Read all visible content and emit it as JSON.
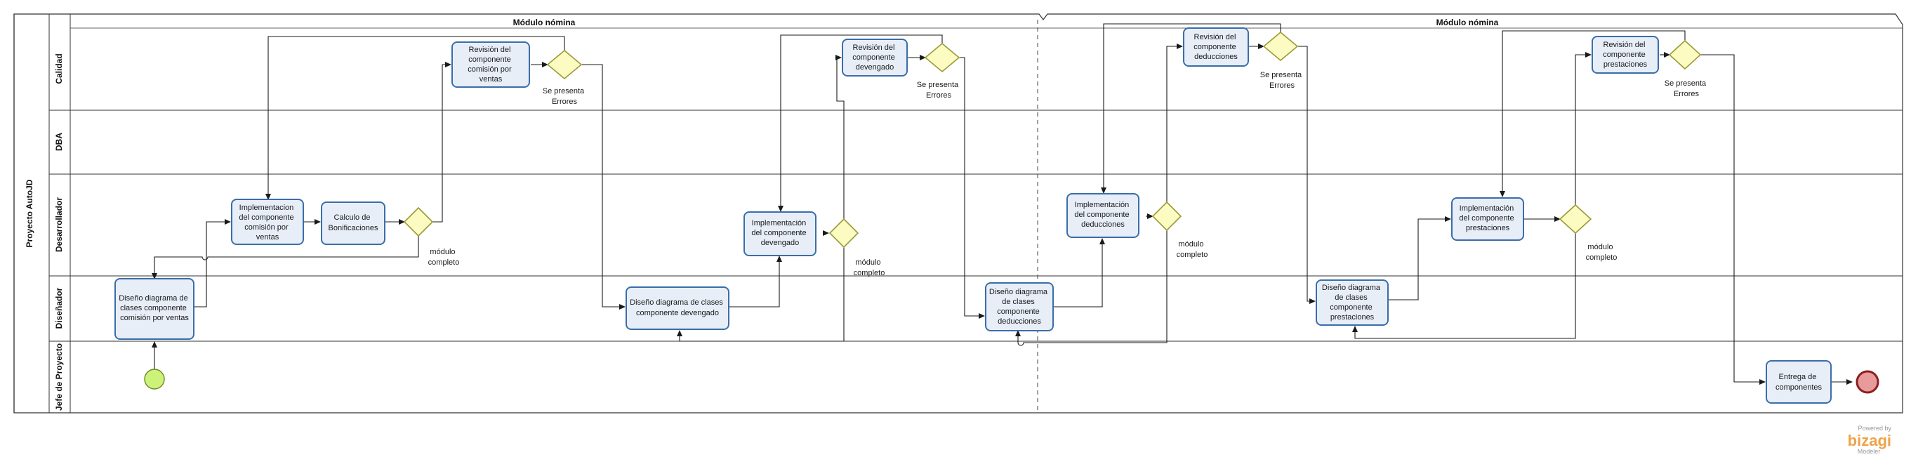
{
  "pool": {
    "name": "Proyecto AutoJD"
  },
  "lanes": [
    {
      "name": "Calidad"
    },
    {
      "name": "DBA"
    },
    {
      "name": "Desarrollador"
    },
    {
      "name": "Diseñador"
    },
    {
      "name": "Jefe de Proyecto"
    }
  ],
  "phases": [
    {
      "name": "Módulo nómina"
    },
    {
      "name": "Módulo nómina"
    }
  ],
  "tasks": {
    "t1": [
      "Diseño diagrama de",
      "clases componente",
      "comisión por ventas"
    ],
    "t2": [
      "Implementacion",
      "del  componente",
      "comisión por",
      "ventas"
    ],
    "t3": [
      "Calculo de",
      "Bonificaciones"
    ],
    "t4": [
      "Revisión del",
      "componente",
      "comisión por",
      "ventas"
    ],
    "t5": [
      "Diseño diagrama de clases",
      "componente devengado"
    ],
    "t6": [
      "Implementación",
      "del  componente",
      "devengado"
    ],
    "t7": [
      "Revisión del",
      "componente",
      "devengado"
    ],
    "t8": [
      "Diseño diagrama",
      "de clases",
      "componente",
      "deducciones"
    ],
    "t9": [
      "Implementación",
      "del  componente",
      "deducciones"
    ],
    "t10": [
      "Revisión del",
      "componente",
      "deducciones"
    ],
    "t11": [
      "Diseño diagrama",
      "de clases",
      "componente",
      "prestaciones"
    ],
    "t12": [
      "Implementación",
      "del  componente",
      "prestaciones"
    ],
    "t13": [
      "Revisión del",
      "componente",
      "prestaciones"
    ],
    "t14": [
      "Entrega de",
      "componentes"
    ]
  },
  "gateway_labels": {
    "g1": [
      "módulo",
      "completo"
    ],
    "g2": [
      "Se presenta",
      "Errores"
    ],
    "g3": [
      "módulo",
      "completo"
    ],
    "g4": [
      "Se presenta",
      "Errores"
    ],
    "g5": [
      "módulo",
      "completo"
    ],
    "g6": [
      "Se presenta",
      "Errores"
    ],
    "g7": [
      "módulo",
      "completo"
    ],
    "g8": [
      "Se presenta",
      "Errores"
    ]
  },
  "watermark": {
    "powered": "Powered by",
    "brand": "bizagi",
    "product": "Modeler"
  },
  "colors": {
    "task_fill": "#e8eef8",
    "task_stroke": "#3a6ea8",
    "gateway_fill": "#fbfbc2",
    "start_event": "#ccf27a",
    "end_event": "#e99a9a",
    "brand": "#f0a24a"
  }
}
